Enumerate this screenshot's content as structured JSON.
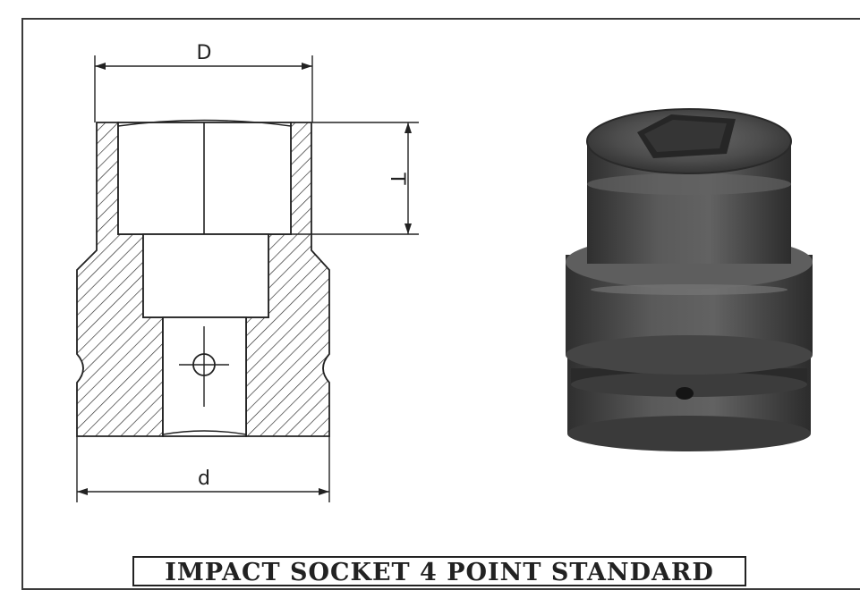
{
  "drawing": {
    "labels": {
      "top_width": "D",
      "depth": "T",
      "bottom_width": "d"
    }
  },
  "photo": {
    "subject": "impact-socket-photo"
  },
  "caption": {
    "title": "IMPACT SOCKET 4 POINT STANDARD"
  },
  "colors": {
    "line": "#222222",
    "socket_body": "#505050",
    "background": "#ffffff"
  }
}
